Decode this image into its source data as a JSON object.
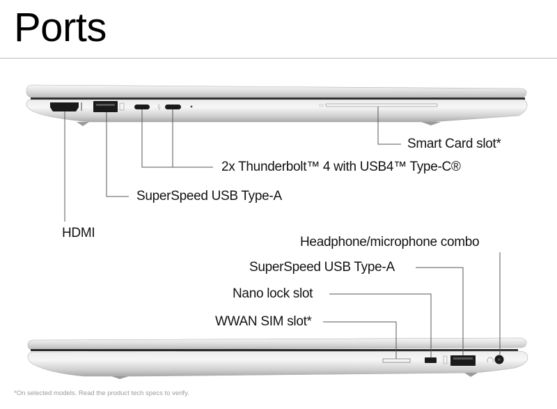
{
  "title": "Ports",
  "top_view": {
    "labels": {
      "smart_card": "Smart Card slot*",
      "thunderbolt": "2x Thunderbolt™ 4 with USB4™ Type-C®",
      "usb_a": "SuperSpeed USB Type-A",
      "hdmi": "HDMI"
    }
  },
  "bottom_view": {
    "labels": {
      "headphone": "Headphone/microphone combo",
      "usb_a": "SuperSpeed USB Type-A",
      "nano_lock": "Nano lock slot",
      "wwan_sim": "WWAN SIM slot*"
    }
  },
  "footnote": "*On selected models. Read the product tech specs to verify.",
  "colors": {
    "chassis_light": "#f2f2f2",
    "chassis_mid": "#d4d4d4",
    "chassis_dark": "#a9a9a9",
    "port_black": "#1a1a1a",
    "leader_line": "#555555"
  }
}
